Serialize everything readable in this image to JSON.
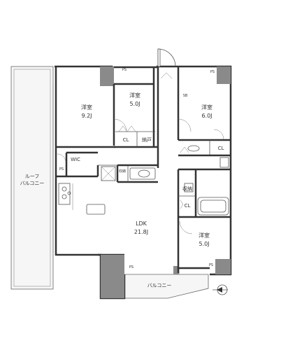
{
  "rooms": {
    "western_a": {
      "name": "洋室",
      "size": "9.2J"
    },
    "western_b": {
      "name": "洋室",
      "size": "5.0J"
    },
    "western_c": {
      "name": "洋室",
      "size": "6.0J"
    },
    "western_d": {
      "name": "洋室",
      "size": "5.0J"
    },
    "ldk": {
      "name": "LDK",
      "size": "21.8J"
    }
  },
  "storage": {
    "cl_a": "CL",
    "nando": "納戸",
    "cl_c": "CL",
    "wic": "WIC",
    "shuno_a": "収納",
    "shuno_b": "収納",
    "cl_d": "CL",
    "sb": "SB"
  },
  "ps_labels": [
    "PS",
    "PS",
    "PS",
    "PS",
    "PS"
  ],
  "balconies": {
    "roof_line1": "ルーフ",
    "roof_line2": "バルコニー",
    "balcony": "バルコニー"
  },
  "north_symbol": "north-arrow-icon"
}
